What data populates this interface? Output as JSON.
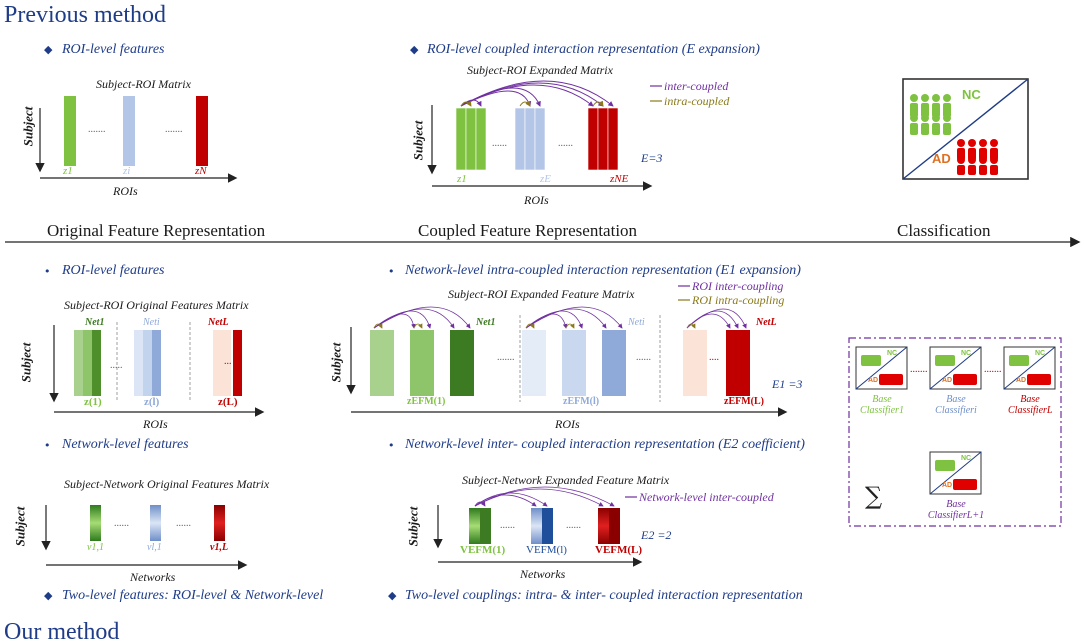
{
  "header": {
    "previous_method": "Previous method",
    "our_method": "Our method"
  },
  "stages": {
    "original": "Original Feature Representation",
    "coupled": "Coupled Feature Representation",
    "classification": "Classification"
  },
  "top": {
    "roi_features_title": "ROI-level features",
    "matrix_title": "Subject-ROI Matrix",
    "subject_label": "Subject",
    "rois_label": "ROIs",
    "col_labels": [
      "z1",
      "zi",
      "zN"
    ],
    "coupled_title": "ROI-level coupled interaction representation (E expansion)",
    "expanded_matrix_title": "Subject-ROI Expanded Matrix",
    "legend_inter": "inter-coupled",
    "legend_intra": "intra-coupled",
    "e_value": "E=3",
    "exp_col_labels": [
      "z1",
      "zE",
      "zNE"
    ],
    "nc_label": "NC",
    "ad_label": "AD"
  },
  "bottom": {
    "roi_features_title": "ROI-level features",
    "orig_matrix_title": "Subject-ROI Original Features Matrix",
    "net_labels": [
      "Net1",
      "Neti",
      "NetL"
    ],
    "z_labels": [
      "z(1)",
      "z(l)",
      "z(L)"
    ],
    "subject_label": "Subject",
    "rois_label": "ROIs",
    "network_features_title": "Network-level features",
    "net_matrix_title": "Subject-Network Original Features Matrix",
    "v_labels": [
      "v1,1",
      "vl,1",
      "v1,L"
    ],
    "networks_label": "Networks",
    "two_level_features": "Two-level features: ROI-level & Network-level",
    "intra_title": "Network-level intra-coupled interaction representation (E1 expansion)",
    "expanded_feature_title": "Subject-ROI Expanded Feature Matrix",
    "legend_roi_inter": "ROI inter-coupling",
    "legend_roi_intra": "ROI intra-coupling",
    "e1_value": "E1 =3",
    "zefm_labels": [
      "zEFM(1)",
      "zEFM(l)",
      "zEFM(L)"
    ],
    "inter_title": "Network-level inter- coupled interaction representation (E2 coefficient)",
    "net_expanded_title": "Subject-Network Expanded Feature Matrix",
    "legend_net_inter": "Network-level inter-coupled",
    "e2_value": "E2 =2",
    "vefm_labels": [
      "VEFM(1)",
      "VEFM(l)",
      "VEFM(L)"
    ],
    "two_level_couplings": "Two-level couplings: intra- & inter- coupled interaction representation",
    "base_classifiers": [
      "Base Classifier1",
      "Base Classifieri",
      "Base ClassifierL",
      "Base ClassifierL+1"
    ],
    "sum_symbol": "∑"
  },
  "colors": {
    "green": "#7fc241",
    "dark_green": "#3d7b22",
    "light_blue": "#b3c6e7",
    "blue": "#6f8fc9",
    "red": "#c00000",
    "pink": "#f7d7c9",
    "navy": "#1f3c88",
    "purple": "#7030a0",
    "olive": "#8a7a1a",
    "legend_brown": "#8b7a1a"
  }
}
